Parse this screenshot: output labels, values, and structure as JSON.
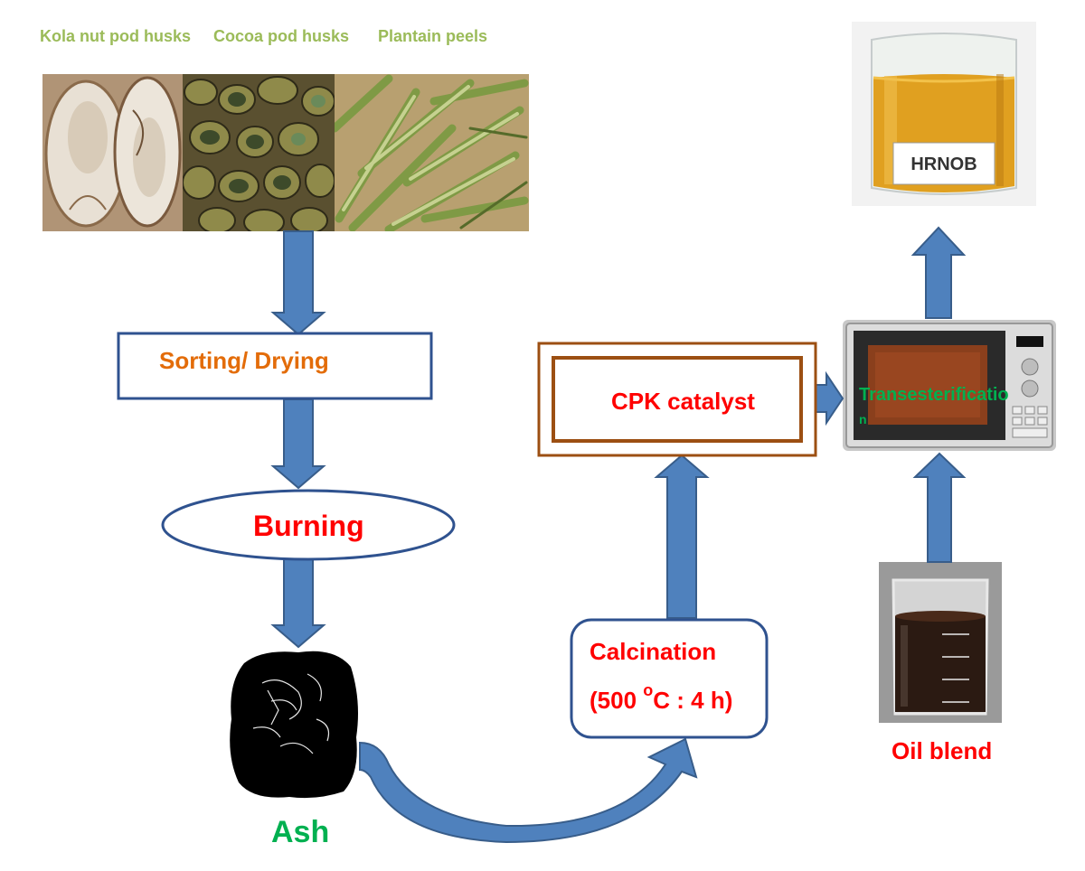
{
  "colors": {
    "arrow_fill": "#4f81bd",
    "arrow_stroke": "#385d8a",
    "box_stroke": "#2f528f",
    "cpk_border": "#9c4f12",
    "orange_text": "#e36c09",
    "red_text": "#ff0000",
    "green_text": "#00b050",
    "source_label": "#9bbb59"
  },
  "sources": {
    "kola": "Kola nut pod husks",
    "cocoa": "Cocoa pod husks",
    "plantain": "Plantain peels"
  },
  "steps": {
    "sorting": "Sorting/ Drying",
    "burning": "Burning",
    "ash": "Ash",
    "calcination": "Calcination",
    "calcination_temp_open": "(500 ",
    "degree": "o",
    "calcination_temp_close": "C : 4 h)",
    "catalyst": "CPK catalyst",
    "transesterification": "Transesterificatio",
    "transesterification_tail": "n",
    "oil_blend": "Oil blend",
    "product_label": "HRNOB"
  }
}
